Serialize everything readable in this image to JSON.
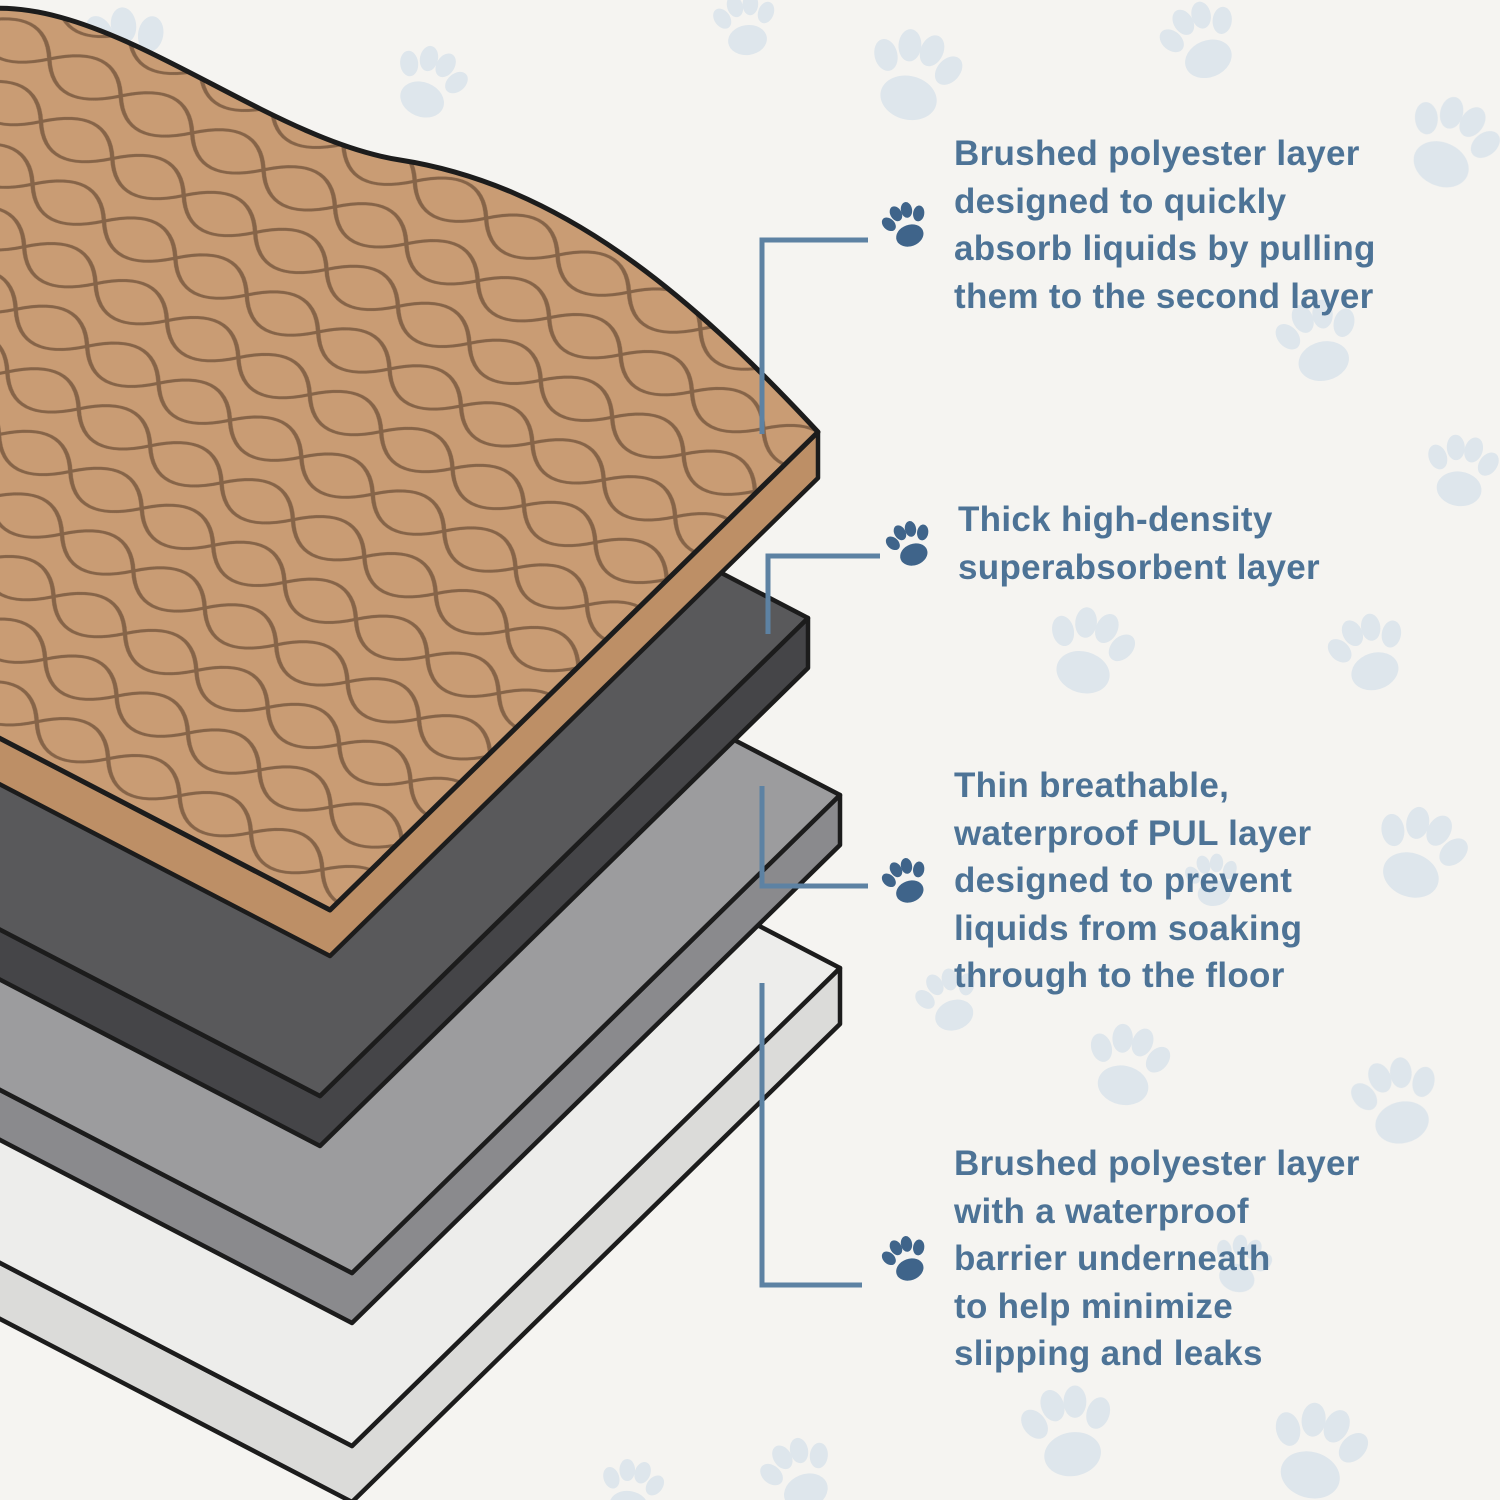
{
  "annotations": [
    {
      "id": "layer-1",
      "icon": "paw-icon",
      "text": "Brushed polyester layer\ndesigned to quickly\nabsorb liquids by pulling\nthem to the second layer"
    },
    {
      "id": "layer-2",
      "icon": "paw-icon",
      "text": "Thick high-density\nsuperabsorbent layer"
    },
    {
      "id": "layer-3",
      "icon": "paw-icon",
      "text": "Thin breathable,\nwaterproof PUL layer\ndesigned to prevent\nliquids from soaking\nthrough to the floor"
    },
    {
      "id": "layer-4",
      "icon": "paw-icon",
      "text": "Brushed polyester layer\nwith a waterproof\nbarrier underneath\nto help minimize\nslipping and leaks"
    }
  ],
  "colors": {
    "background": "#f5f4f1",
    "annotation_text": "#4d7396",
    "connector": "#5d82a3",
    "paw_background": "#cbdae8",
    "paw_accent": "#3f648a",
    "outline": "#1c1c1c",
    "quilt_line": "#7a5a40",
    "layer1_top": "#c99c74",
    "layer1_side": "#bd8f66",
    "layer2_top": "#59595b",
    "layer2_side": "#454548",
    "layer3_top": "#9c9c9e",
    "layer3_side": "#8a8a8d",
    "layer4_top": "#ededeb",
    "layer4_side": "#dbdbd9"
  }
}
